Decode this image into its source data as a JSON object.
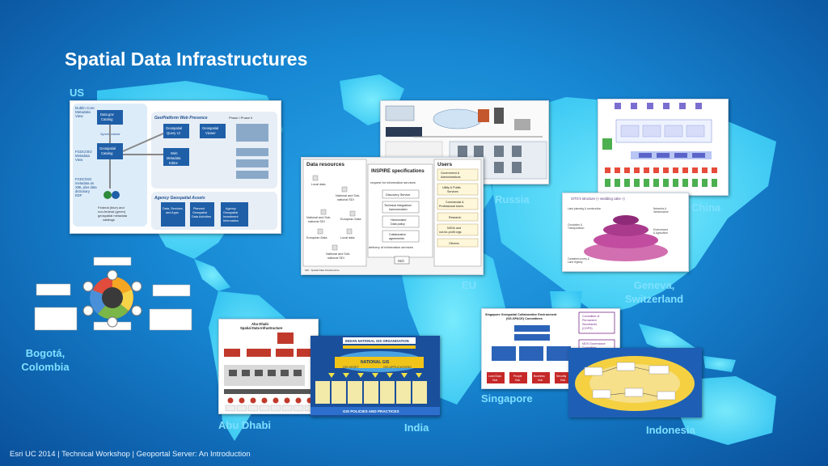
{
  "slide": {
    "title": "Spatial Data Infrastructures",
    "labels": {
      "us": "US",
      "russia": "Russia",
      "china": "China",
      "eu": "EU",
      "geneva": "Geneva,\nSwitzerland",
      "bogota": "Bogotá,\nColombia",
      "abu_dhabi": "Abu Dhabi",
      "india": "India",
      "singapore": "Singapore",
      "indonesia": "Indonesia"
    },
    "footer": {
      "event": "Esri UC 2014 | Technical Workshop |",
      "session": "Geoportal Server: An Introduction"
    }
  },
  "thumbnails": {
    "us": {
      "dublin_core": "Dublin Core\nMetadata\nView",
      "fgdc_view": "FGDC/ISO\nMetadata\nView",
      "fgdc_xml": "FGDC/ISO\nmetadata as\nXML plus data\ndictionary\nEDF",
      "data_gov": "Data.gov\nCatalog",
      "geo_catalog": "Geospatial\nCatalog",
      "synchronized": "Synchronized",
      "federal": "Federal (blue) and\nnon-federal (green)\ngeospatial metadata\ncatalogs",
      "web_presence": "GeoPlatform Web Presence",
      "phase": "Phase I  Phase II",
      "query_ui": "Geospatial\nQuery UI",
      "viewer": "Geospatial\nViewer",
      "web_meta": "Web\nMetadata\nEditor",
      "agency_assets": "Agency Geospatial Assets",
      "data_services": "Data, Services,\nand Apps",
      "planned": "Planned\nGeospatial\nData Activities",
      "investment": "Agency\nGeospatial\nInvestment\nInformation"
    },
    "eu": {
      "data_resources": "Data resources",
      "inspire": "INSPIRE specifications",
      "users": "Users",
      "request": "request for information services",
      "delivery": "delivery of information services",
      "discovery": "Discovery Service",
      "technical": "Technical Integration/\nharmonization",
      "harmonised": "Harmonised\nData policy",
      "collab": "Collaborative\nagreements",
      "gov": "Government &\nAdministrations",
      "utility": "Utility & Public\nServices",
      "commercial": "Commercial &\nProfessional Users",
      "research": "Research",
      "ngos": "NGOs and\nnot-for-profit orgs",
      "citizens": "Citizens",
      "local": "Local data",
      "national": "National and Sub-\nnational SDI",
      "european": "European Data",
      "iso": "ISO",
      "caption": "SDI - Spatial Data Infrastructure"
    },
    "india": {
      "header": "INDIAN NATIONAL GIS ORGANISATION",
      "national": "NATIONAL GIS",
      "asset": "GIS ASSET",
      "apps": "GIS APPLICATIONS",
      "policies": "GIS POLICIES AND PRACTICES"
    },
    "abu_dhabi": {
      "header": "Abu Dhabi\nSpatial Data Infrastructure"
    },
    "singapore": {
      "header": "Singapore Geospatial Collaborative Environment\n(SG-SPACE) Committees",
      "cops": "Committee of\nPermanent\nSecretaries\n(COPS)",
      "mds": "MDS Governance\nCommittee",
      "hubs": [
        "Land Data\nHub",
        "People\nHub",
        "Business\nHub",
        "Security\nHub"
      ]
    },
    "geneva": {
      "header": "SITG's structure (« wedding cake »)"
    }
  },
  "colors": {
    "background": "#1787d3",
    "continent": "#5ee0ff",
    "label": "#7ee0ff",
    "title": "#ffffff"
  }
}
